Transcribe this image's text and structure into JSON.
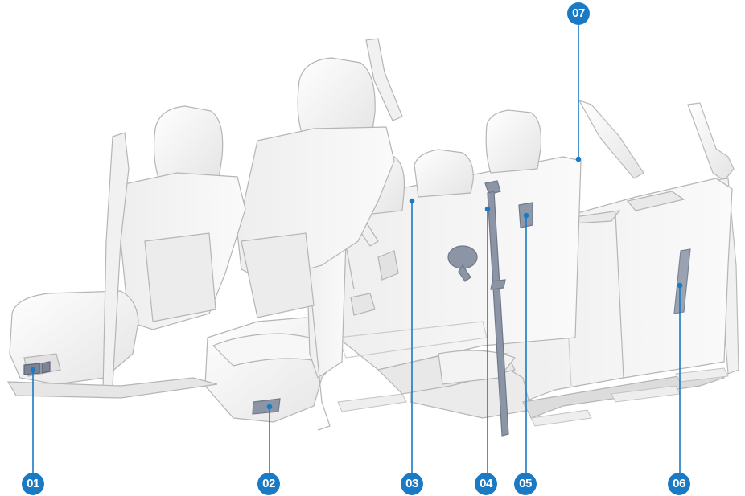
{
  "colors": {
    "badge": "#1a7ac4",
    "leader": "#1a7ac4",
    "seat_fill": "#f3f3f3",
    "seat_outline": "#b9b9b9",
    "belt_highlight": "#8b95a6"
  },
  "callouts": [
    {
      "id": "b01",
      "label": "01"
    },
    {
      "id": "b02",
      "label": "02"
    },
    {
      "id": "b03",
      "label": "03"
    },
    {
      "id": "b04",
      "label": "04"
    },
    {
      "id": "b05",
      "label": "05"
    },
    {
      "id": "b06",
      "label": "06"
    },
    {
      "id": "b07",
      "label": "07"
    }
  ]
}
